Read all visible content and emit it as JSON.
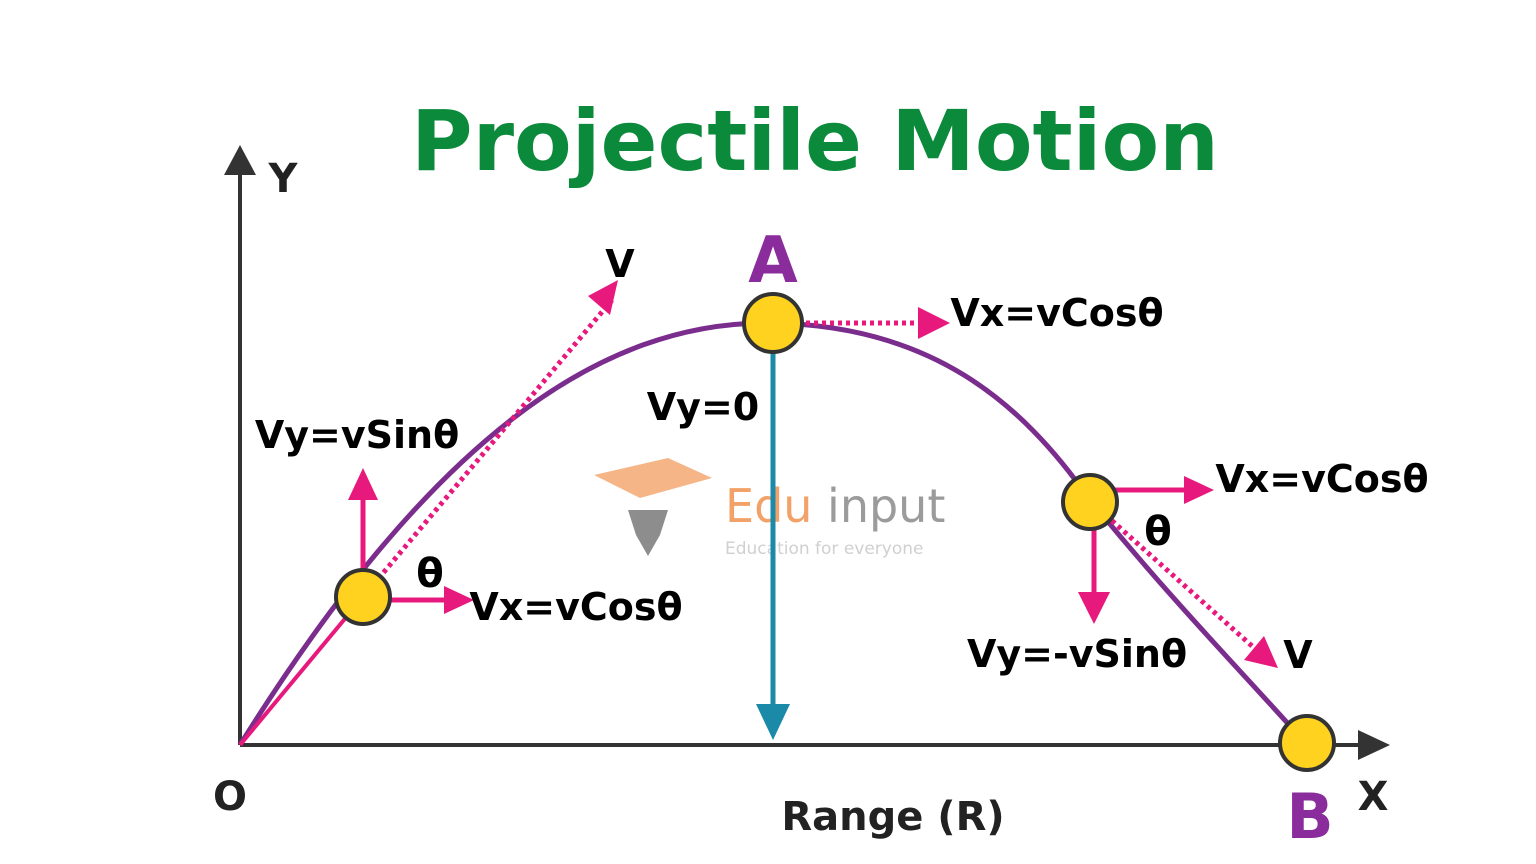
{
  "title": "Projectile Motion",
  "axes": {
    "y": "Y",
    "x": "X",
    "origin": "O",
    "range": "Range (R)"
  },
  "points": {
    "apex": "A",
    "landing": "B"
  },
  "labels": {
    "v_launch": "V",
    "vy_launch": "Vy=vSinθ",
    "theta_launch": "θ",
    "vx_launch": "Vx=vCosθ",
    "vx_apex": "Vx=vCosθ",
    "vy_apex": "Vy=0",
    "vx_descent": "Vx=vCosθ",
    "theta_descent": "θ",
    "vy_descent": "Vy=-vSinθ",
    "v_descent": "V"
  },
  "watermark": {
    "brand_part1": "Edu",
    "brand_part2": " input",
    "tagline": "Education for everyone"
  },
  "colors": {
    "title": "#0a8a3a",
    "trajectory": "#7b2d8e",
    "vector": "#e8197d",
    "height": "#1a8aa8",
    "ball": "#ffd21f",
    "axis": "#333333",
    "point_label": "#8a2c9c",
    "watermark": "#f0924e"
  }
}
